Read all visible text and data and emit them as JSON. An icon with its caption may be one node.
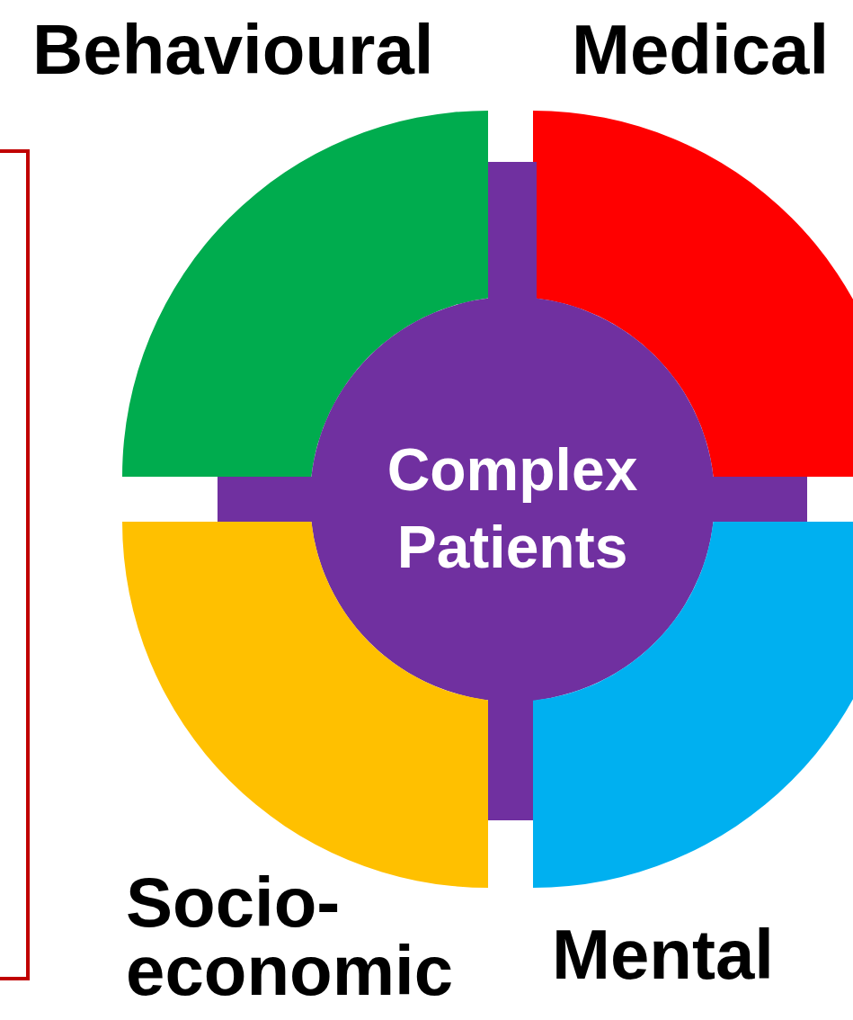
{
  "diagram": {
    "nodes": [
      {
        "text": [
          "Behavioural"
        ]
      },
      {
        "text": [
          "Medical"
        ]
      },
      {
        "text": [
          "Complex Patients"
        ]
      },
      {
        "text": [
          "Socio-economic"
        ]
      },
      {
        "text": [
          "Mental"
        ]
      }
    ]
  }
}
